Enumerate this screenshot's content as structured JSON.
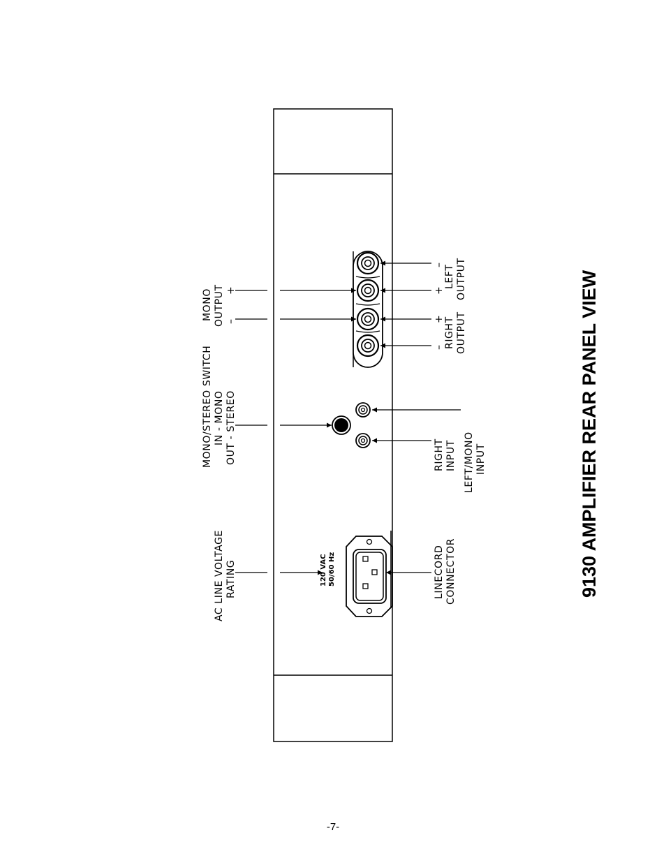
{
  "title": "9130 AMPLIFIER REAR PANEL VIEW",
  "page_number": "-7-",
  "labels": {
    "ac_line_voltage_1": "AC LINE VOLTAGE",
    "ac_line_voltage_2": "RATING",
    "mono_stereo_1": "MONO/STEREO SWITCH",
    "mono_stereo_2": "IN - MONO",
    "mono_stereo_3": "OUT - STEREO",
    "mono_output_1": "MONO",
    "mono_output_2": "OUTPUT",
    "mono_output_plus": "+",
    "mono_output_minus": "–",
    "linecord_1": "LINECORD",
    "linecord_2": "CONNECTOR",
    "right_input_1": "RIGHT",
    "right_input_2": "INPUT",
    "left_mono_input_1": "LEFT/MONO",
    "left_mono_input_2": "INPUT",
    "right_output_minus": "–",
    "right_output_plus": "+",
    "right_output_1": "RIGHT",
    "right_output_2": "OUTPUT",
    "left_output_plus": "+",
    "left_output_minus": "–",
    "left_output_1": "LEFT",
    "left_output_2": "OUTPUT"
  },
  "rating": {
    "voltage": "120 VAC",
    "frequency": "50/60 Hz"
  }
}
